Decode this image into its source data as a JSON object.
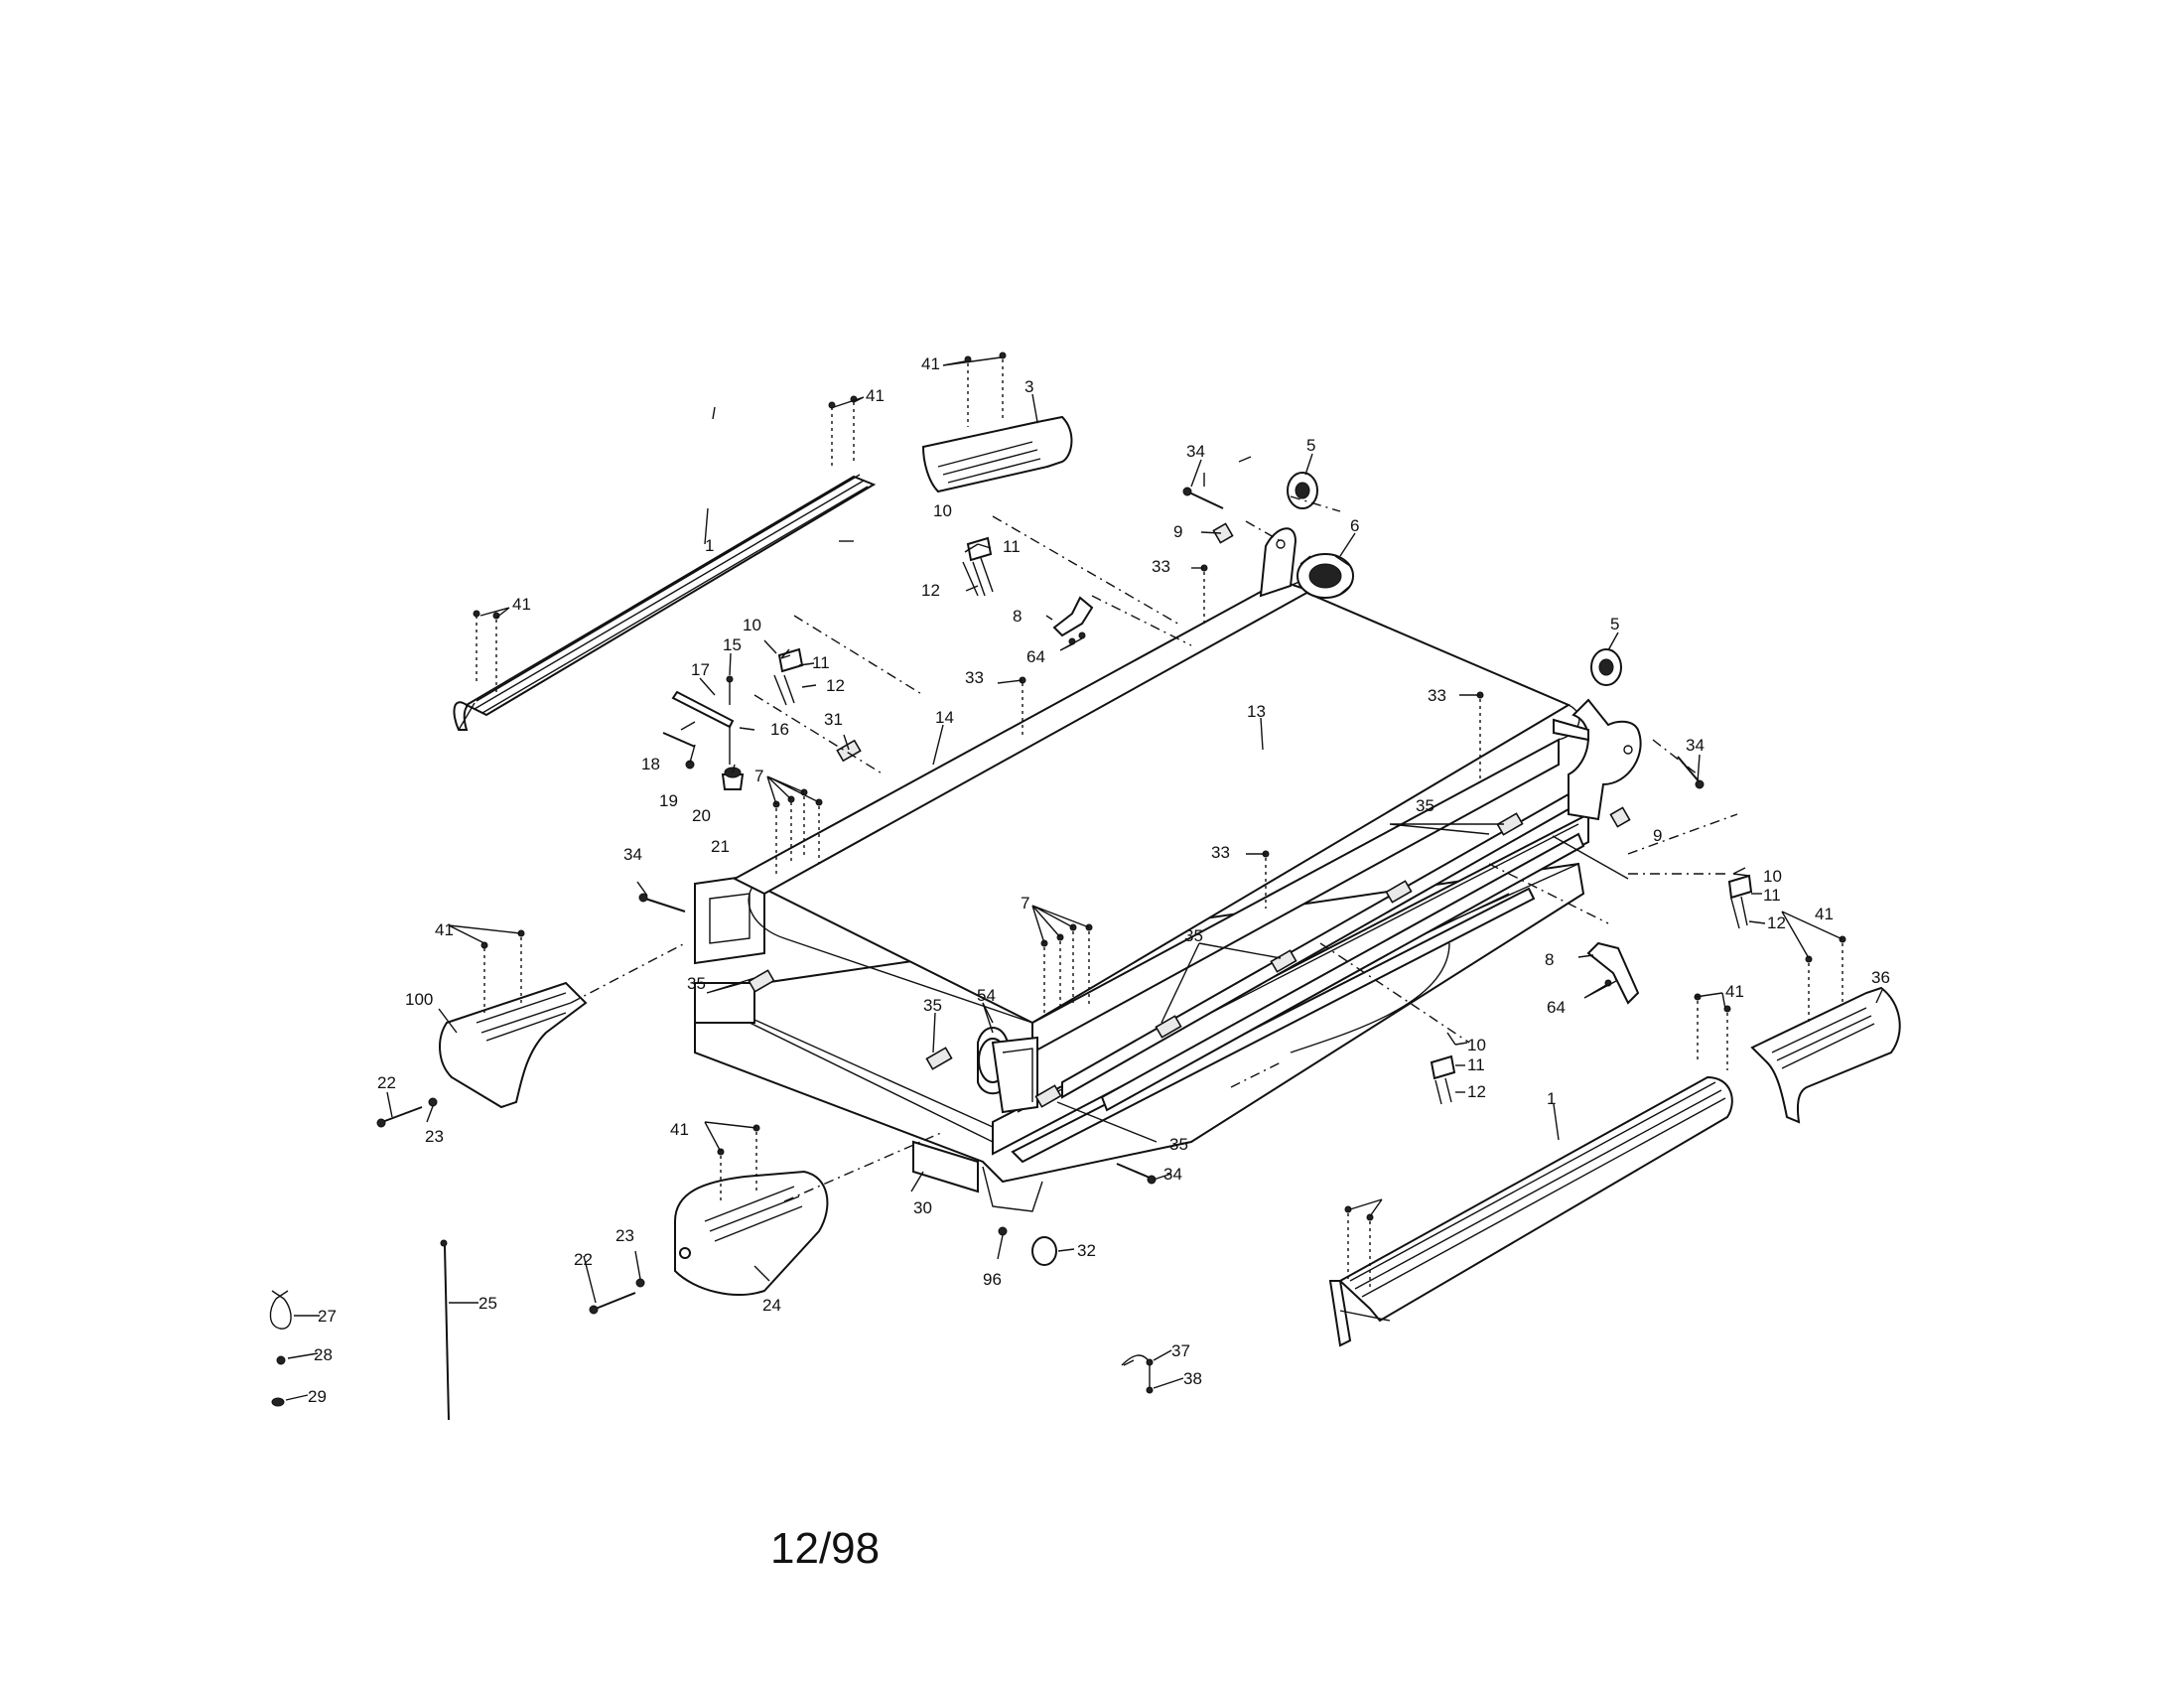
{
  "footer": {
    "date_code": "12/98"
  },
  "callouts": {
    "c1a": "1",
    "c1b": "1",
    "c3": "3",
    "c5a": "5",
    "c5b": "5",
    "c6": "6",
    "c7a": "7",
    "c7b": "7",
    "c8a": "8",
    "c8b": "8",
    "c9a": "9",
    "c9b": "9",
    "c10a": "10",
    "c10b": "10",
    "c10c": "10",
    "c10d": "10",
    "c11a": "11",
    "c11b": "11",
    "c11c": "11",
    "c11d": "11",
    "c12a": "12",
    "c12b": "12",
    "c12c": "12",
    "c12d": "12",
    "c13": "13",
    "c14": "14",
    "c15": "15",
    "c16": "16",
    "c17": "17",
    "c18": "18",
    "c19": "19",
    "c20": "20",
    "c21": "21",
    "c22a": "22",
    "c22b": "22",
    "c23a": "23",
    "c23b": "23",
    "c24": "24",
    "c25": "25",
    "c27": "27",
    "c28": "28",
    "c29": "29",
    "c30": "30",
    "c31": "31",
    "c32": "32",
    "c33a": "33",
    "c33b": "33",
    "c33c": "33",
    "c33d": "33",
    "c34a": "34",
    "c34b": "34",
    "c34c": "34",
    "c34d": "34",
    "c35a": "35",
    "c35b": "35",
    "c35c": "35",
    "c35d": "35",
    "c35e": "35",
    "c36": "36",
    "c37": "37",
    "c38": "38",
    "c41a": "41",
    "c41b": "41",
    "c41c": "41",
    "c41d": "41",
    "c41e": "41",
    "c41f": "41",
    "c41g": "41",
    "c54": "54",
    "c64a": "64",
    "c64b": "64",
    "c96": "96",
    "c100": "100"
  }
}
